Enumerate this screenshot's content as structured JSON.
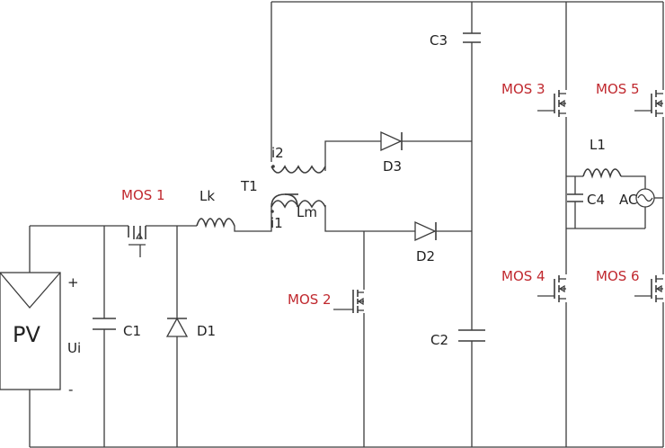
{
  "labels": {
    "pv": "PV",
    "plus": "+",
    "minus": "-",
    "ui": "Ui",
    "c1": "C1",
    "d1": "D1",
    "mos1": "MOS 1",
    "lk": "Lk",
    "t1": "T1",
    "i1": "i1",
    "i2": "i2",
    "lm": "Lm",
    "d3": "D3",
    "d2": "D2",
    "mos2": "MOS 2",
    "c3": "C3",
    "c2": "C2",
    "mos3": "MOS 3",
    "mos4": "MOS 4",
    "mos5": "MOS 5",
    "mos6": "MOS 6",
    "l1": "L1",
    "c4": "C4",
    "ac": "AC"
  },
  "colors": {
    "wire": "#3c3c3c",
    "switch_label": "#c0282e",
    "text": "#222222"
  }
}
